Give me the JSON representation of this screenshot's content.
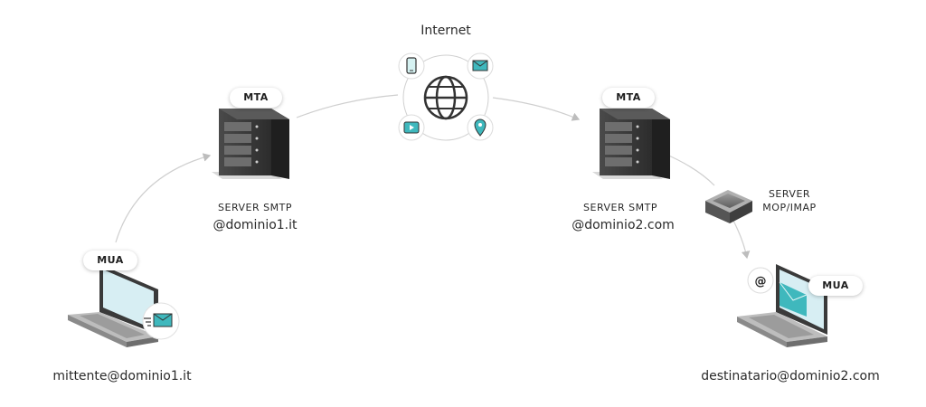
{
  "title": "Internet",
  "left_mta": {
    "badge": "MTA",
    "type": "SERVER SMTP",
    "domain": "@dominio1.it"
  },
  "right_mta": {
    "badge": "MTA",
    "type": "SERVER SMTP",
    "domain": "@dominio2.com"
  },
  "sender": {
    "badge": "MUA",
    "address": "mittente@dominio1.it"
  },
  "recipient": {
    "badge": "MUA",
    "address": "destinatario@dominio2.com"
  },
  "mailbox_server": {
    "line1": "SERVER",
    "line2": "MOP/IMAP"
  },
  "internet_icons": [
    "phone-icon",
    "mail-icon",
    "video-icon",
    "location-icon"
  ],
  "colors": {
    "accent": "#3fb8bd",
    "accent_light": "#d6f2f2",
    "server_dark": "#3a3a3a",
    "arrow": "#c8c8c8",
    "screen": "#d7eef3"
  }
}
